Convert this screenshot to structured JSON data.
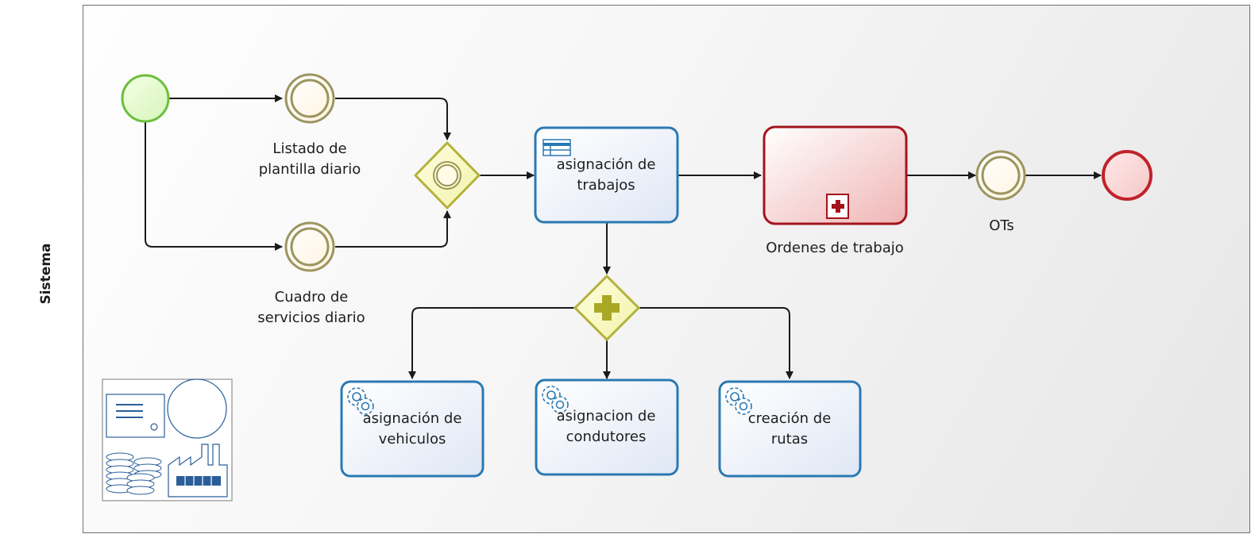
{
  "lane": {
    "title": "Sistema"
  },
  "events": {
    "intermediate_listado": "Listado de plantilla diario",
    "intermediate_listado_l1": "Listado de",
    "intermediate_listado_l2": "plantilla diario",
    "intermediate_cuadro_l1": "Cuadro de",
    "intermediate_cuadro_l2": "servicios diario",
    "intermediate_ots": "OTs"
  },
  "tasks": {
    "asignacion_trabajos_l1": "asignación de",
    "asignacion_trabajos_l2": "trabajos",
    "ordenes_trabajo": "Ordenes de trabajo",
    "asignacion_vehiculos_l1": "asignación de",
    "asignacion_vehiculos_l2": "vehiculos",
    "asignacion_condutores_l1": "asignacion de",
    "asignacion_condutores_l2": "condutores",
    "creacion_rutas_l1": "creación de",
    "creacion_rutas_l2": "rutas"
  },
  "colors": {
    "start": "#6bbf3a",
    "end": "#c0232b",
    "intermediate": "#9c9560",
    "gateway": "#b3b23c",
    "task_border": "#2a79b3",
    "subprocess_border": "#a3141d",
    "line": "#1a1a1a"
  },
  "icons": {
    "user_task": "table-icon",
    "service_task": "gear-icon",
    "subprocess_marker": "plus-square-icon",
    "parallel_gateway": "plus-icon",
    "logo": "process-thumbnail-icon"
  }
}
